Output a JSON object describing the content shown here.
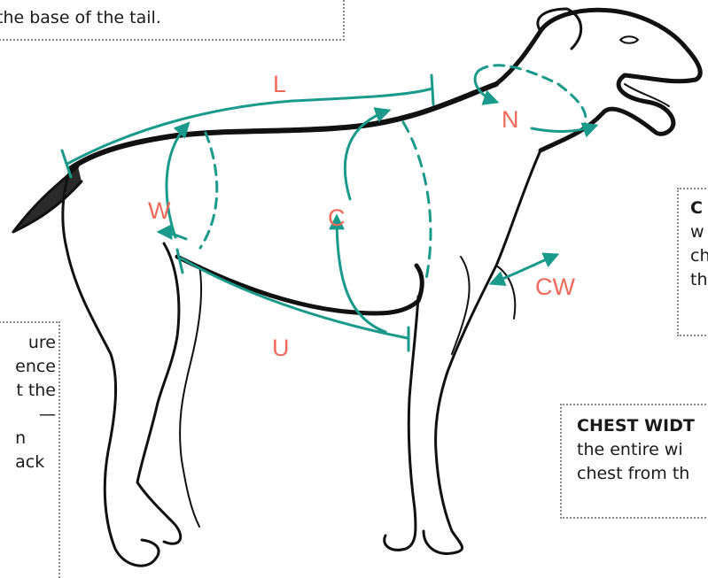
{
  "notes": {
    "tail_note": {
      "text": "the base of the tail."
    },
    "left_note": {
      "lines": [
        "ure",
        "ence",
        "t the",
        "—",
        "n",
        "ack"
      ]
    },
    "chest_note": {
      "heading": "C",
      "lines": [
        "w",
        "ch",
        "th"
      ]
    },
    "chest_width_note": {
      "heading": "CHEST WIDT",
      "lines": [
        "the entire wi",
        "chest from th"
      ]
    }
  },
  "labels": {
    "length": "L",
    "neck": "N",
    "waist": "W",
    "chest": "C",
    "chest_width": "CW",
    "underbelly": "U"
  },
  "colors": {
    "measure": "#1a9a8a",
    "label": "#ef6a5a",
    "outline": "#111111"
  }
}
